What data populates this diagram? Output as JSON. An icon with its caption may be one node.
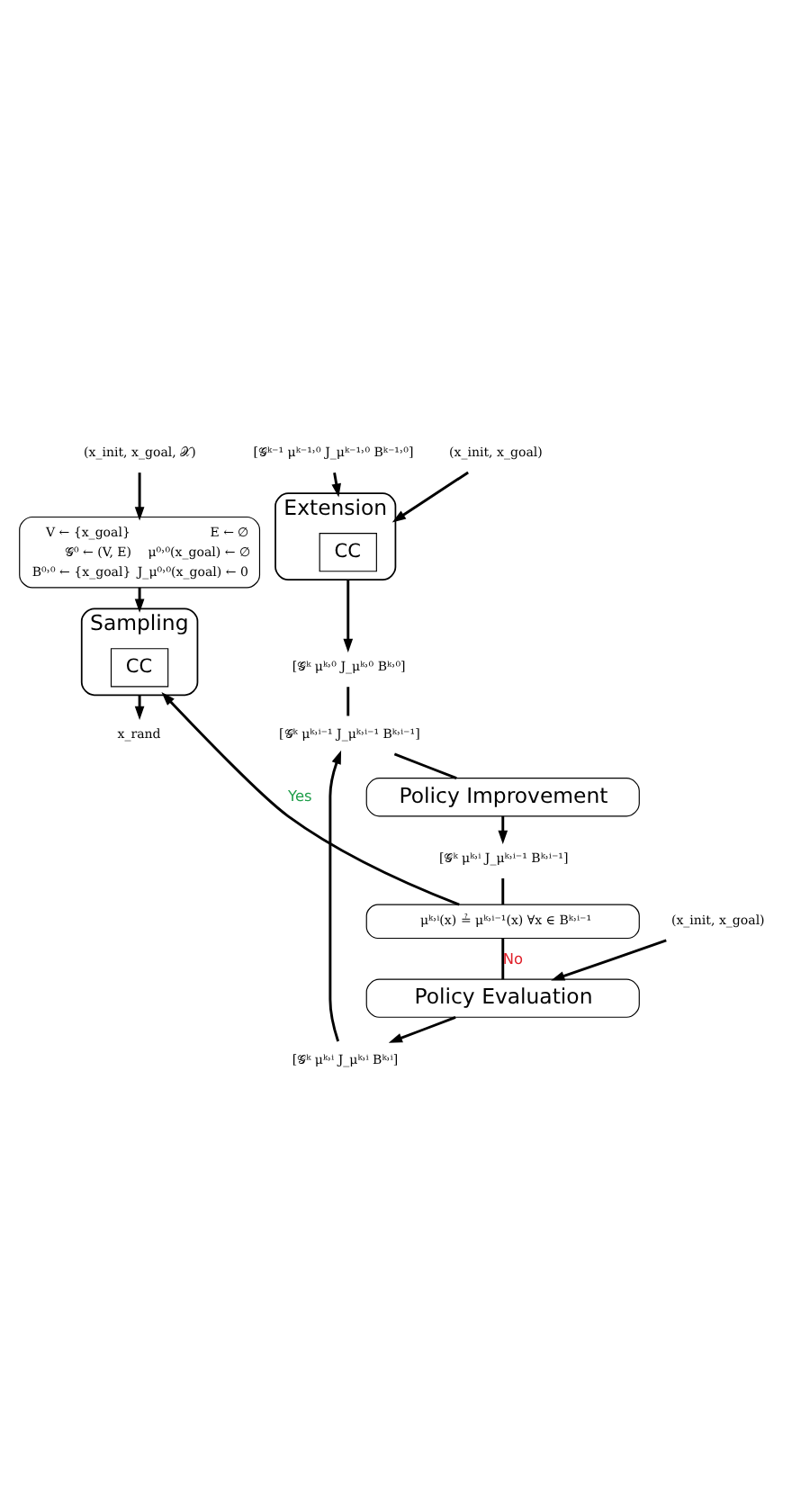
{
  "diagram": {
    "nodes": [
      {
        "text": [
          "(x_init, x_goal, 𝒳)"
        ]
      },
      {
        "text": [
          "V ← {x_goal}",
          "E ← ∅",
          "𝒢⁰ ← (V, E)",
          "μ⁰˒⁰(x_goal) ← ∅",
          "B⁰˒⁰ ← {x_goal}",
          "J_μ⁰˒⁰(x_goal) ← 0"
        ]
      },
      {
        "text": [
          "Sampling"
        ]
      },
      {
        "text": [
          "CC"
        ],
        "in": 2
      },
      {
        "text": [
          "x_rand"
        ]
      },
      {
        "text": [
          "[𝒢ᵏ⁻¹ μᵏ⁻¹˒⁰ J_μᵏ⁻¹˒⁰ Bᵏ⁻¹˒⁰]"
        ]
      },
      {
        "text": [
          "Extension"
        ]
      },
      {
        "text": [
          "CC"
        ],
        "in": 6
      },
      {
        "text": [
          "(x_init, x_goal)"
        ]
      },
      {
        "text": [
          "[𝒢ᵏ μᵏ˒⁰ J_μᵏ˒⁰ Bᵏ˒⁰]"
        ]
      },
      {
        "text": [
          "[𝒢ᵏ μᵏ˒ⁱ⁻¹ J_μᵏ˒ⁱ⁻¹ Bᵏ˒ⁱ⁻¹]"
        ]
      },
      {
        "text": [
          "Policy Improvement"
        ]
      },
      {
        "text": [
          "[𝒢ᵏ μᵏ˒ⁱ J_μᵏ˒ⁱ⁻¹ Bᵏ˒ⁱ⁻¹]"
        ]
      },
      {
        "text": [
          "μᵏ˒ⁱ(x) ≟ μᵏ˒ⁱ⁻¹(x) ∀x ∈ Bᵏ˒ⁱ⁻¹"
        ]
      },
      {
        "text": [
          "Policy Evaluation"
        ]
      },
      {
        "text": [
          "(x_init, x_goal)"
        ]
      },
      {
        "text": [
          "[𝒢ᵏ μᵏ˒ⁱ J_μᵏ˒ⁱ Bᵏ˒ⁱ]"
        ]
      }
    ],
    "edges": [
      {
        "from": 0,
        "to": 1,
        "arrow": "to"
      },
      {
        "from": 1,
        "to": 2,
        "arrow": "to"
      },
      {
        "from": 2,
        "to": 4,
        "arrow": "to"
      },
      {
        "from": 5,
        "to": 6,
        "arrow": "to"
      },
      {
        "from": 8,
        "to": 6,
        "arrow": "to"
      },
      {
        "from": 6,
        "to": 9,
        "arrow": "to"
      },
      {
        "from": 9,
        "to": 10,
        "arrow": "none"
      },
      {
        "from": 10,
        "to": 11,
        "arrow": "none"
      },
      {
        "from": 11,
        "to": 12,
        "arrow": "to"
      },
      {
        "from": 12,
        "to": 13,
        "arrow": "none"
      },
      {
        "from": 13,
        "to": 2,
        "arrow": "to",
        "label": "Yes"
      },
      {
        "from": 13,
        "to": 14,
        "arrow": "none",
        "label": "No"
      },
      {
        "from": 15,
        "to": 14,
        "arrow": "to"
      },
      {
        "from": 14,
        "to": 16,
        "arrow": "to"
      },
      {
        "from": 16,
        "to": 10,
        "arrow": "to"
      }
    ]
  }
}
